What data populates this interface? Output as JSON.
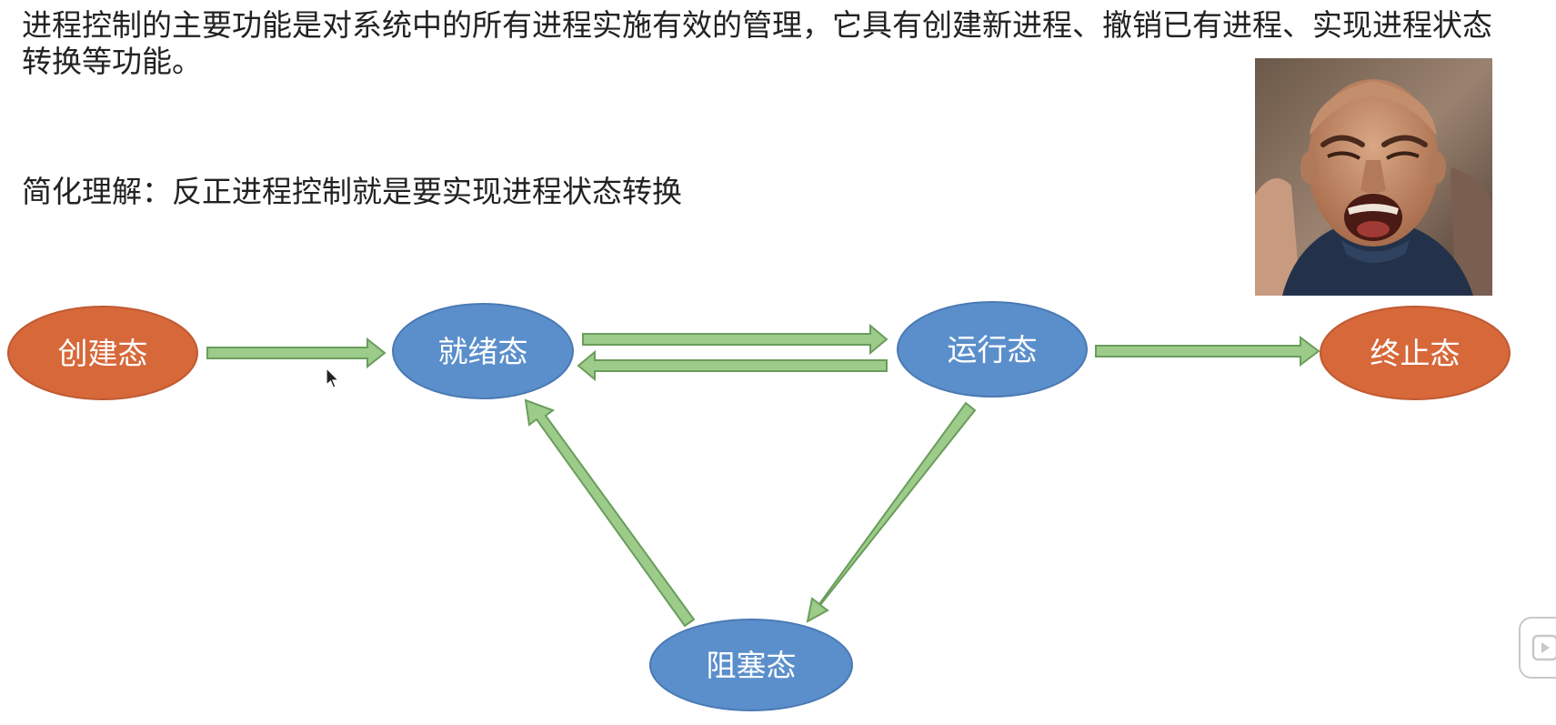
{
  "text": {
    "intro": "进程控制的主要功能是对系统中的所有进程实施有效的管理，它具有创建新进程、撤销已有进程、实现进程状态转换等功能。",
    "summary": "简化理解：反正进程控制就是要实现进程状态转换"
  },
  "states": {
    "create": "创建态",
    "ready": "就绪态",
    "running": "运行态",
    "terminated": "终止态",
    "blocked": "阻塞态"
  },
  "colors": {
    "orange_state": "#d7683a",
    "blue_state": "#5b8fcb",
    "arrow_fill": "#9ccb8a",
    "arrow_stroke": "#6a9d5c"
  },
  "icons": {
    "photo": "meme-photo",
    "player": "play-icon",
    "cursor": "mouse-pointer-icon"
  }
}
